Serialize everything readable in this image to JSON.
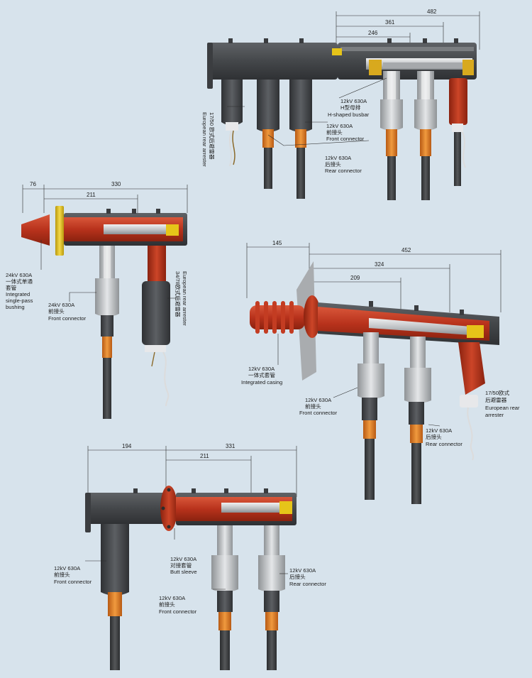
{
  "colors": {
    "background": "#d7e3ec",
    "rubber": "#414346",
    "rubber_light": "#5d6064",
    "red": "#b8321c",
    "red_light": "#d2502e",
    "orange": "#e07a24",
    "yellow": "#e6c419",
    "silver": "#c4c7ca",
    "cable": "#3d3f42",
    "line": "#2a2a2a"
  },
  "figures": {
    "top": {
      "dims": [
        "482",
        "361",
        "246"
      ],
      "labels": {
        "busbar": [
          "12kV 630A",
          "H型母排",
          "H-shaped busbar"
        ],
        "front": [
          "12kV 630A",
          "前接头",
          "Front connector"
        ],
        "rear": [
          "12kV 630A",
          "后接头",
          "Rear connector"
        ],
        "arrester": [
          "17/50 欧式后避雷器",
          "European rear arrester"
        ]
      }
    },
    "left": {
      "dims": [
        "76",
        "211",
        "330"
      ],
      "labels": {
        "bushing": [
          "24kV 630A",
          "一体式单通",
          "套管",
          "Integrated",
          "single-pass",
          "bushing"
        ],
        "front": [
          "24kV 630A",
          "前接头",
          "Front connector"
        ],
        "arrester": [
          "European rear arrester",
          "34/78欧式后避雷器"
        ]
      }
    },
    "right": {
      "dims": [
        "145",
        "452",
        "324",
        "209"
      ],
      "labels": {
        "casing": [
          "12kV 630A",
          "一体式套管",
          "Integrated casing"
        ],
        "front": [
          "12kV 630A",
          "前接头",
          "Front connector"
        ],
        "rear": [
          "12kV 630A",
          "后接头",
          "Rear connector"
        ],
        "arrester": [
          "17/50欧式",
          "后避雷器",
          "European rear",
          "arrester"
        ]
      }
    },
    "bottom": {
      "dims": [
        "194",
        "331",
        "211"
      ],
      "labels": {
        "front_left": [
          "12kV 630A",
          "前接头",
          "Front connector"
        ],
        "butt": [
          "12kV 630A",
          "对接套管",
          "Butt sleeve"
        ],
        "front_mid": [
          "12kV 630A",
          "前接头",
          "Front connector"
        ],
        "rear": [
          "12kV 630A",
          "后接头",
          "Rear connector"
        ]
      }
    }
  }
}
